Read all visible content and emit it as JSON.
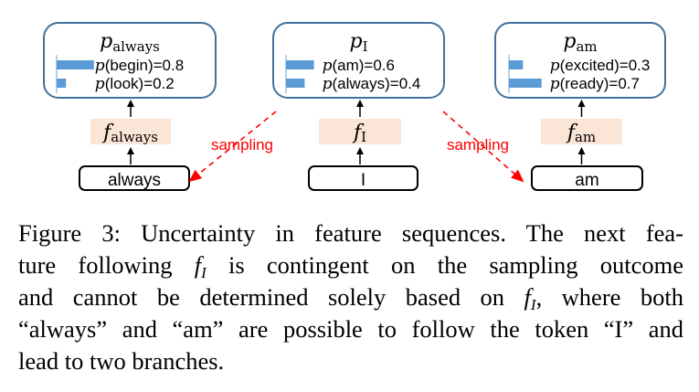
{
  "figure": {
    "nodes": [
      {
        "token": "always",
        "feature_symbol": "f",
        "feature_subscript": "always",
        "dist_symbol": "p",
        "dist_subscript": "always",
        "probs": [
          {
            "word": "begin",
            "value": 0.8,
            "label": "(begin)=0.8"
          },
          {
            "word": "look",
            "value": 0.2,
            "label": "(look)=0.2"
          }
        ]
      },
      {
        "token": "I",
        "feature_symbol": "f",
        "feature_subscript": "I",
        "dist_symbol": "p",
        "dist_subscript": "I",
        "probs": [
          {
            "word": "am",
            "value": 0.6,
            "label": "(am)=0.6"
          },
          {
            "word": "always",
            "value": 0.4,
            "label": "(always)=0.4"
          }
        ]
      },
      {
        "token": "am",
        "feature_symbol": "f",
        "feature_subscript": "am",
        "dist_symbol": "p",
        "dist_subscript": "am",
        "probs": [
          {
            "word": "excited",
            "value": 0.3,
            "label": "(excited)=0.3"
          },
          {
            "word": "ready",
            "value": 0.7,
            "label": "(ready)=0.7"
          }
        ]
      }
    ],
    "edges": [
      {
        "from": "I",
        "to": "always",
        "label": "sampling"
      },
      {
        "from": "I",
        "to": "am",
        "label": "sampling"
      }
    ],
    "colors": {
      "bar": "#5b9bd5",
      "dist_border": "#41719c",
      "feature_fill": "#fbe5d6",
      "sampling": "#ff0000"
    }
  },
  "caption": {
    "lines": [
      [
        "Figure 3: Uncertainty in feature sequences. The next fea-"
      ],
      [
        "ture following ",
        {
          "math": "f",
          "sub": "I"
        },
        " is contingent on the sampling outcome"
      ],
      [
        "and cannot be determined solely based on ",
        {
          "math": "f",
          "sub": "I"
        },
        ", where both"
      ],
      [
        "“always” and “am” are possible to follow the token “I” and"
      ],
      [
        "lead to two branches."
      ]
    ],
    "l1": "Figure 3: Uncertainty in feature sequences. The next fea-",
    "l2a": "ture following ",
    "l2b": " is contingent on the sampling outcome",
    "l3a": "and cannot be determined solely based on ",
    "l3b": ", where both",
    "l4": "“always” and “am” are possible to follow the token “I” and",
    "l5": "lead to two branches.",
    "math_f": "f",
    "math_sub": "I"
  }
}
